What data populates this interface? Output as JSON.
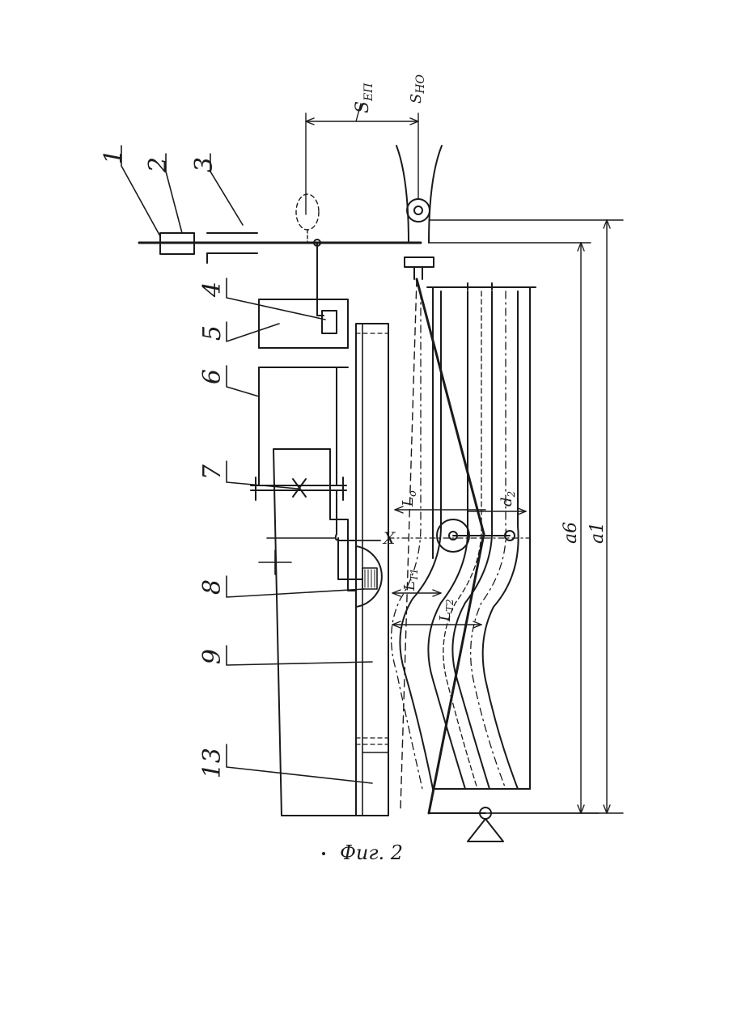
{
  "caption": "Фиг. 2",
  "part_numbers": [
    "1",
    "2",
    "3",
    "4",
    "5",
    "6",
    "7",
    "8",
    "9",
    "13"
  ],
  "dimensions": {
    "s_en": "S",
    "s_en_sub": "ЕП",
    "s_no": "S",
    "s_no_sub": "НО",
    "a6": "a6",
    "a1": "a1",
    "l0": "L",
    "l0_sub": "o",
    "lt1": "L",
    "lt1_sub": "T1",
    "lt2": "L",
    "lt2_sub": "T2",
    "d2": "d",
    "d2_sub": "2"
  },
  "point_x": "X",
  "colors": {
    "ink": "#1a1a1a",
    "paper": "#ffffff"
  }
}
